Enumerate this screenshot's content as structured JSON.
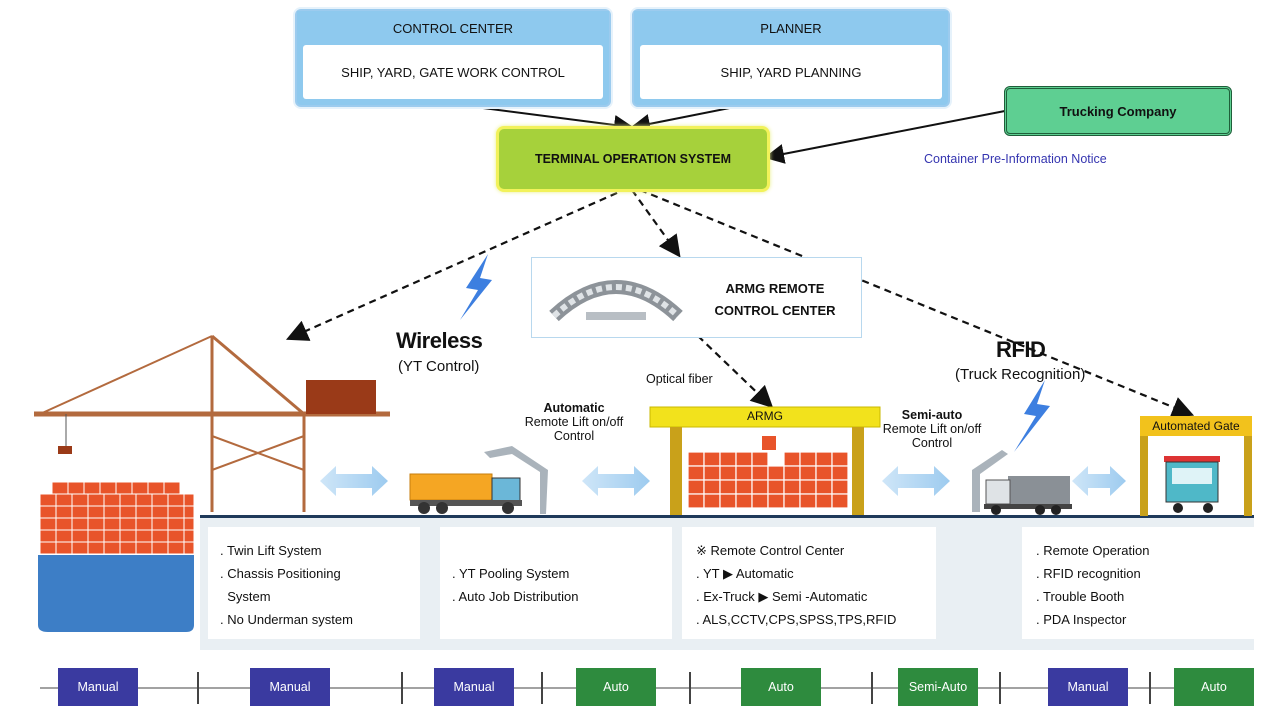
{
  "control_center": {
    "title": "CONTROL CENTER",
    "body": "SHIP, YARD, GATE WORK CONTROL"
  },
  "planner": {
    "title": "PLANNER",
    "body": "SHIP, YARD PLANNING"
  },
  "terminal_os": "TERMINAL OPERATION SYSTEM",
  "trucking_company": "Trucking Company",
  "notice": "Container Pre-Information Notice",
  "armg_center": {
    "line1": "ARMG REMOTE",
    "line2": "CONTROL CENTER"
  },
  "wireless": {
    "title": "Wireless",
    "subtitle": "(YT Control)"
  },
  "rfid": {
    "title": "RFID",
    "subtitle": "(Truck Recognition)"
  },
  "optical_fiber": "Optical fiber",
  "automatic": {
    "title": "Automatic",
    "line1": "Remote Lift on/off",
    "line2": "Control"
  },
  "semi_auto": {
    "title": "Semi-auto",
    "line1": "Remote Lift on/off",
    "line2": "Control"
  },
  "armg_label": "ARMG",
  "automated_gate": "Automated Gate",
  "panels": {
    "quay": [
      ". Twin Lift System",
      ". Chassis Positioning",
      "  System",
      ". No Underman system"
    ],
    "yt": [
      ". YT Pooling System",
      ". Auto Job Distribution"
    ],
    "yard": [
      "※ Remote Control  Center",
      ". YT ▶ Automatic",
      ". Ex-Truck ▶ Semi -Automatic",
      ". ALS,CCTV,CPS,SPSS,TPS,RFID"
    ],
    "gate": [
      ". Remote Operation",
      ". RFID recognition",
      ". Trouble Booth",
      ". PDA Inspector"
    ]
  },
  "modes": [
    "Manual",
    "Manual",
    "Manual",
    "Auto",
    "Auto",
    "Semi-Auto",
    "Manual",
    "Auto"
  ],
  "colors": {
    "manual": "#3a3aa0",
    "auto": "#2e8b3e",
    "tos": "#a6d13b",
    "trucking": "#5ecf92",
    "header_blue": "#8ec9ee",
    "container_orange": "#e8542a"
  }
}
